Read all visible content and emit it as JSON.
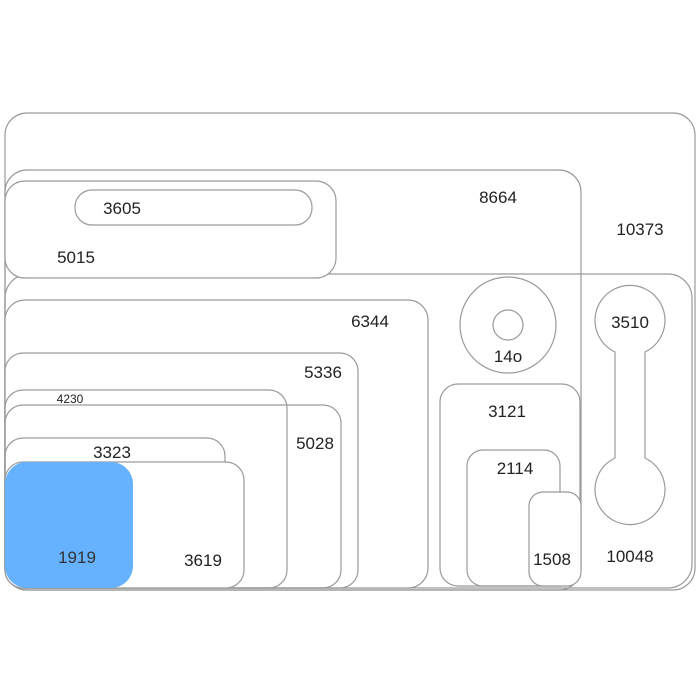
{
  "diagram": {
    "highlight_color": "#66b2ff",
    "regions": {
      "r10373": "10373",
      "r8664": "8664",
      "r5015": "5015",
      "r3605": "3605",
      "r10048": "10048",
      "r6344": "6344",
      "r5336": "5336",
      "r4230": "4230",
      "r5028": "5028",
      "r3323": "3323",
      "r3619": "3619",
      "r1919": "1919",
      "r140": "14o",
      "r3121": "3121",
      "r2114": "2114",
      "r1508": "1508",
      "r3510": "3510"
    }
  }
}
